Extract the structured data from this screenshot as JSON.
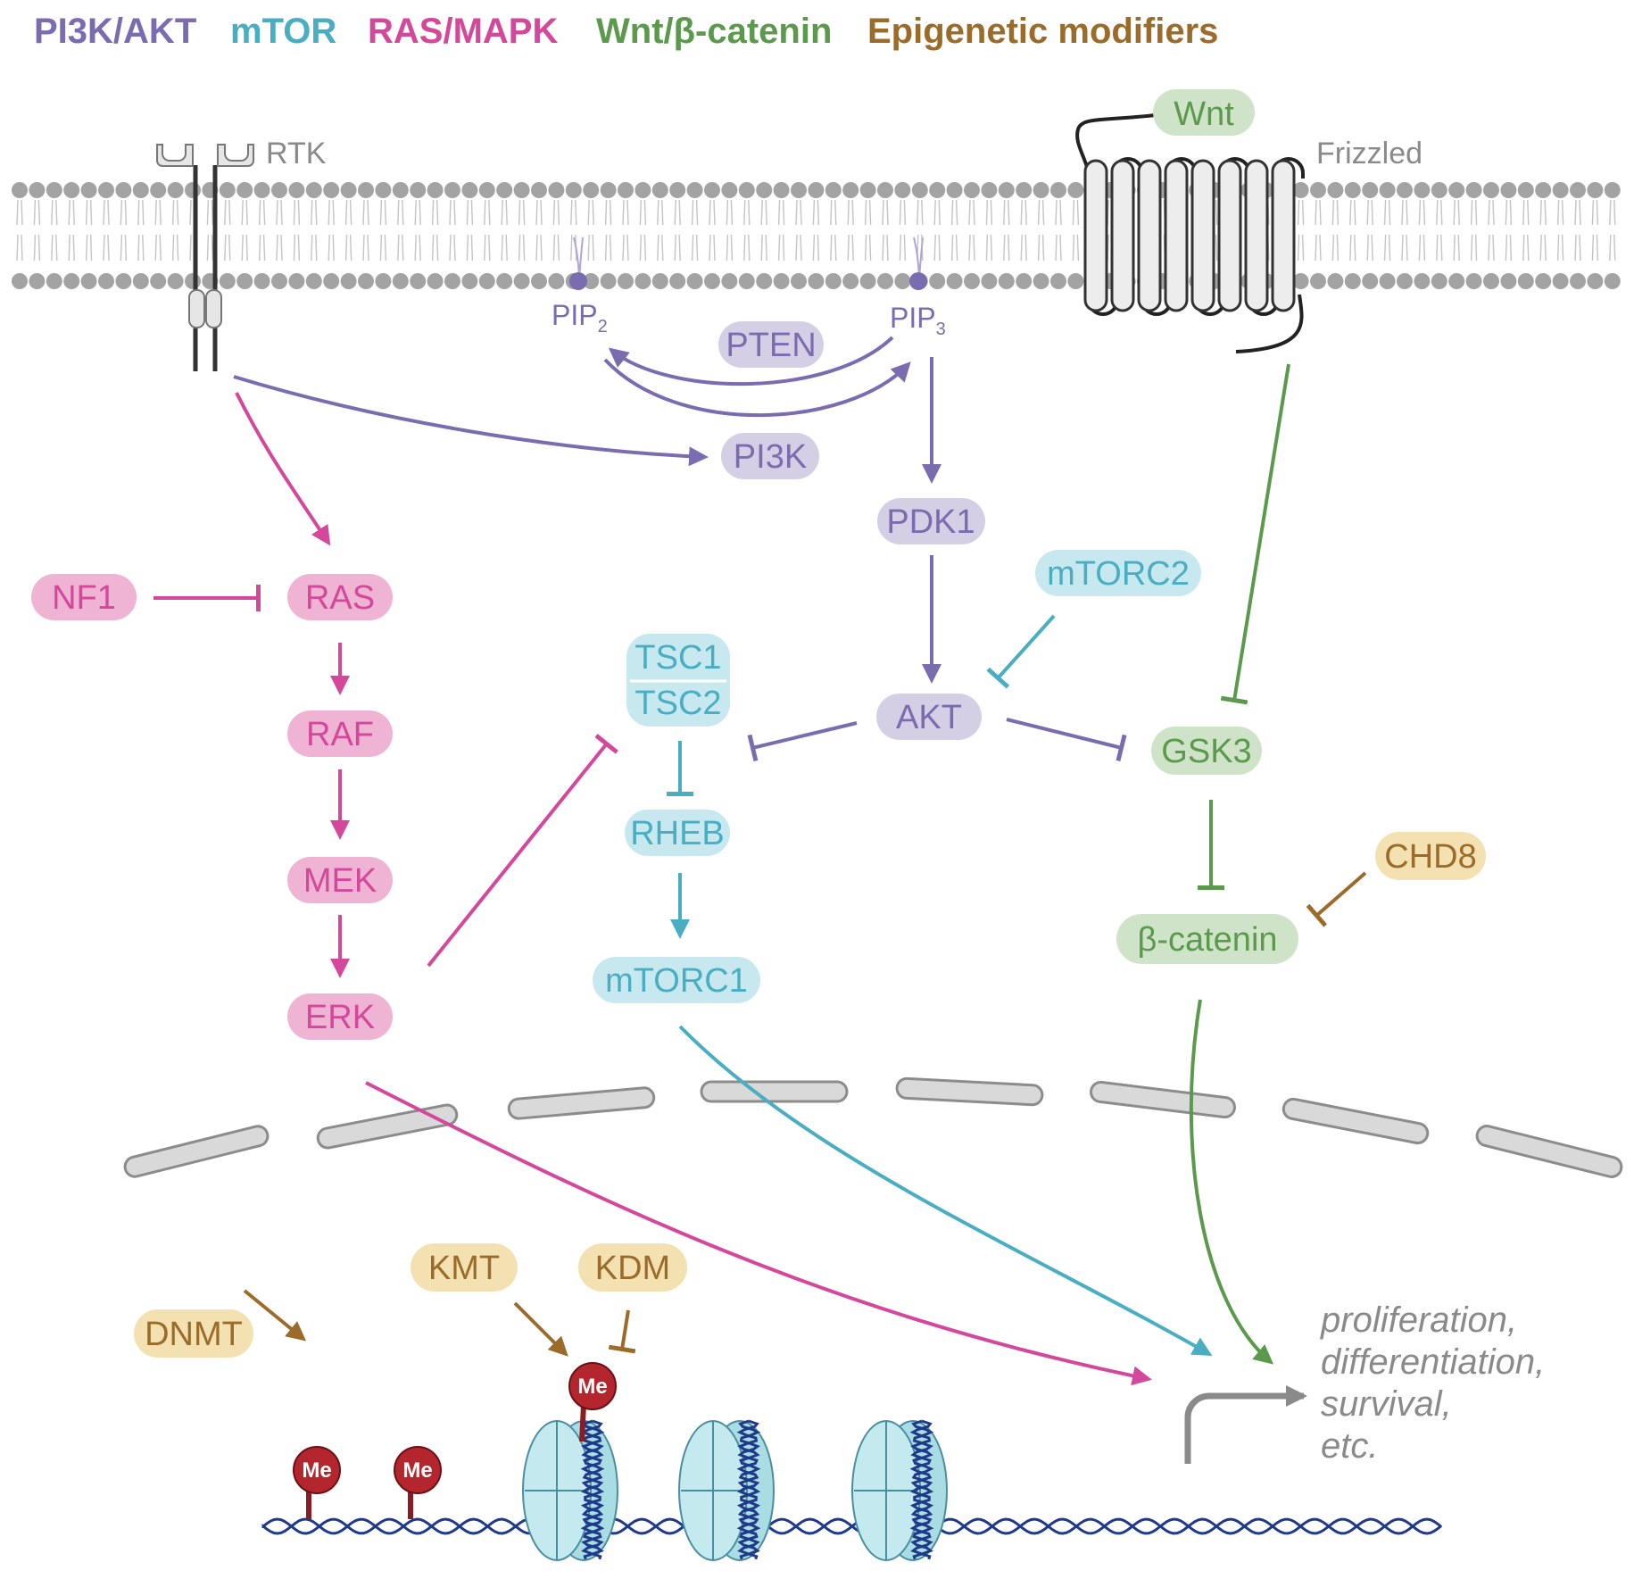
{
  "legend": {
    "pi3k": "PI3K/AKT",
    "mtor": "mTOR",
    "ras": "RAS/MAPK",
    "wnt": "Wnt/β-catenin",
    "epi": "Epigenetic modifiers"
  },
  "colors": {
    "pi3k": "#7b6cb0",
    "pi3k_fill": "#d5cfe6",
    "mtor": "#4aaec2",
    "mtor_fill": "#c7e8ef",
    "ras": "#d4489c",
    "ras_fill": "#efb3d3",
    "wnt": "#5b9a4c",
    "wnt_fill": "#cfe3c8",
    "epi": "#9b6b2a",
    "epi_fill": "#f4e1b2",
    "membrane": "#9e9e9e",
    "dna": "#1f3a8a",
    "nucleosome": "#a9dde3",
    "methyl": "#b3262e"
  },
  "membrane": {
    "rtk": "RTK",
    "frizzled": "Frizzled",
    "wnt": "Wnt",
    "pip2_base": "PIP",
    "pip2_sub": "2",
    "pip3_base": "PIP",
    "pip3_sub": "3"
  },
  "nodes": {
    "pten": "PTEN",
    "pi3k": "PI3K",
    "pdk1": "PDK1",
    "akt": "AKT",
    "mtorc2": "mTORC2",
    "tsc1": "TSC1",
    "tsc2": "TSC2",
    "rheb": "RHEB",
    "mtorc1": "mTORC1",
    "nf1": "NF1",
    "ras": "RAS",
    "raf": "RAF",
    "mek": "MEK",
    "erk": "ERK",
    "gsk3": "GSK3",
    "beta_catenin": "β-catenin",
    "chd8": "CHD8",
    "kmt": "KMT",
    "kdm": "KDM",
    "dnmt": "DNMT"
  },
  "methyl_label": "Me",
  "outcome": {
    "line1": "proliferation,",
    "line2": "differentiation,",
    "line3": "survival,",
    "line4": "etc."
  }
}
